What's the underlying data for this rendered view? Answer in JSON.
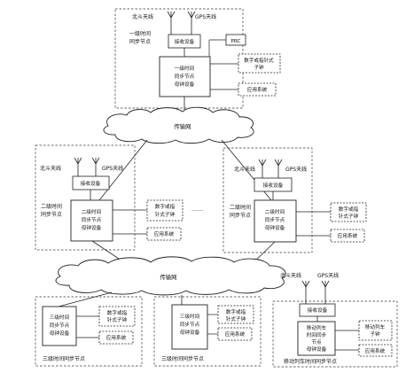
{
  "antennas": {
    "beidou": "北斗天线",
    "gps": "GPS天线"
  },
  "prc": "PRC",
  "receiver": "接收设备",
  "digital_clock": [
    "数字或指",
    "针式子钟"
  ],
  "app_system": "应用系统",
  "network": "传输网",
  "ellipsis": ".......",
  "level1": {
    "node_label": [
      "一级时间",
      "同步节点"
    ],
    "mother_clock": [
      "一级时间",
      "同步节点",
      "母钟设备"
    ],
    "digital_clock": [
      "数字或指针式",
      "子钟"
    ]
  },
  "level2": {
    "node_label": [
      "二级时间",
      "同步节点"
    ],
    "mother_clock": [
      "二级时间",
      "同步节点",
      "母钟设备"
    ]
  },
  "level3": {
    "node_label": "三级时间同步节点",
    "mother_clock": [
      "三级时间",
      "同步节点",
      "母钟设备"
    ]
  },
  "mobile": {
    "node_label": "移动列车时间同步节点",
    "mother_clock": [
      "移动列车",
      "时间同步",
      "节点",
      "母钟设备"
    ],
    "sub_clock": [
      "移动列车",
      "子钟"
    ]
  }
}
